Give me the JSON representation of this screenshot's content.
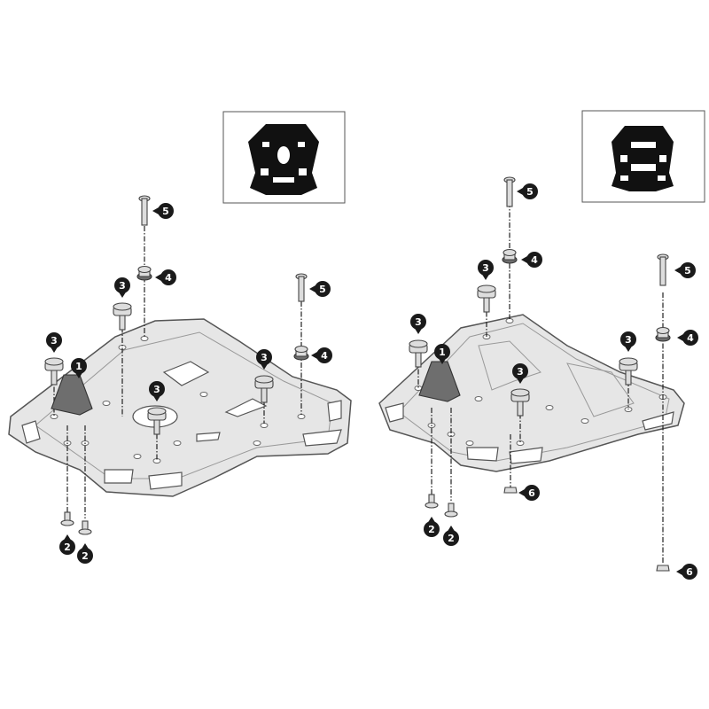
{
  "diagram": {
    "left_assembly": {
      "callouts": [
        "5",
        "4",
        "3",
        "5",
        "4",
        "3",
        "1",
        "3",
        "3",
        "2",
        "2"
      ]
    },
    "right_assembly": {
      "callouts": [
        "5",
        "4",
        "3",
        "5",
        "4",
        "3",
        "1",
        "3",
        "3",
        "6",
        "2",
        "2",
        "6"
      ]
    },
    "colors": {
      "callout": "#1a1a1a",
      "plate": "#e6e6e6",
      "pad": "#6e6e6e",
      "inset_rack": "#111111"
    }
  }
}
